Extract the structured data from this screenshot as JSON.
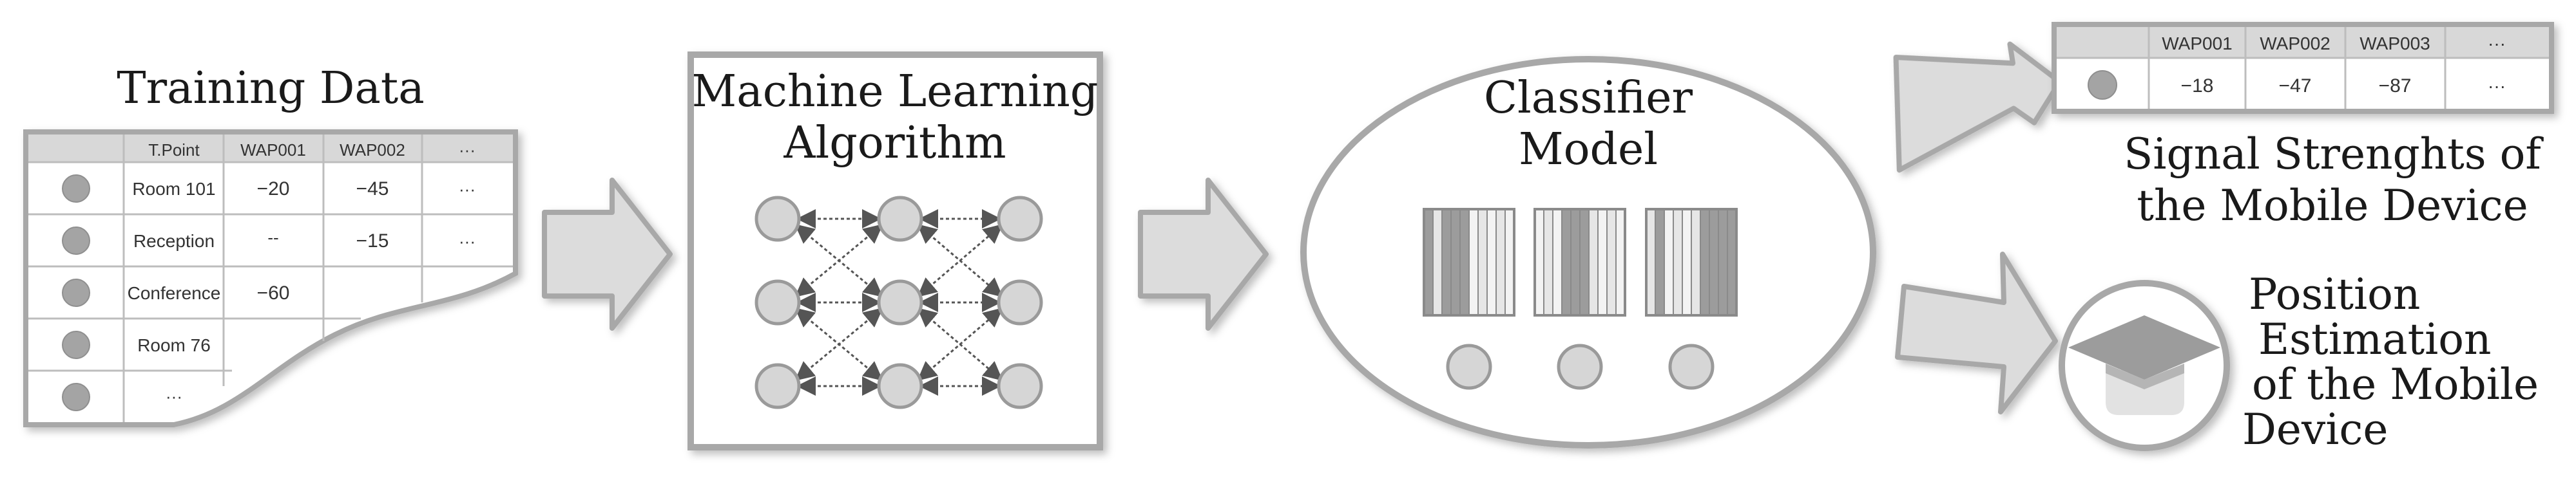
{
  "training": {
    "title": "Training Data",
    "headers": [
      "",
      "T.Point",
      "WAP001",
      "WAP002",
      "···"
    ],
    "rows": [
      [
        "",
        "Room 101",
        "−20",
        "−45",
        "···"
      ],
      [
        "",
        "Reception",
        "--",
        "−15",
        "···"
      ],
      [
        "",
        "Conference",
        "−60",
        "",
        ""
      ],
      [
        "",
        "Room 76",
        "",
        "",
        ""
      ],
      [
        "",
        "···",
        "",
        "",
        ""
      ]
    ]
  },
  "ml": {
    "title_line1": "Machine Learning",
    "title_line2": "Algorithm"
  },
  "classifier": {
    "title_line1": "Classifier",
    "title_line2": "Model"
  },
  "signal": {
    "headers": [
      "",
      "WAP001",
      "WAP002",
      "WAP003",
      "···"
    ],
    "row": [
      "",
      "−18",
      "−47",
      "−87",
      "···"
    ],
    "caption_line1": "Signal Strenghts of",
    "caption_line2": "the Mobile Device"
  },
  "position": {
    "line1": "Position",
    "line2": "Estimation",
    "line3": "of the Mobile",
    "line4": "Device"
  },
  "colors": {
    "border": "#a8a8a8",
    "fill_light": "#e2e2e2",
    "fill_dark": "#9c9c9c",
    "text": "#1a1a1a"
  },
  "icons": {
    "position_icon": "graduation-cap-icon"
  }
}
